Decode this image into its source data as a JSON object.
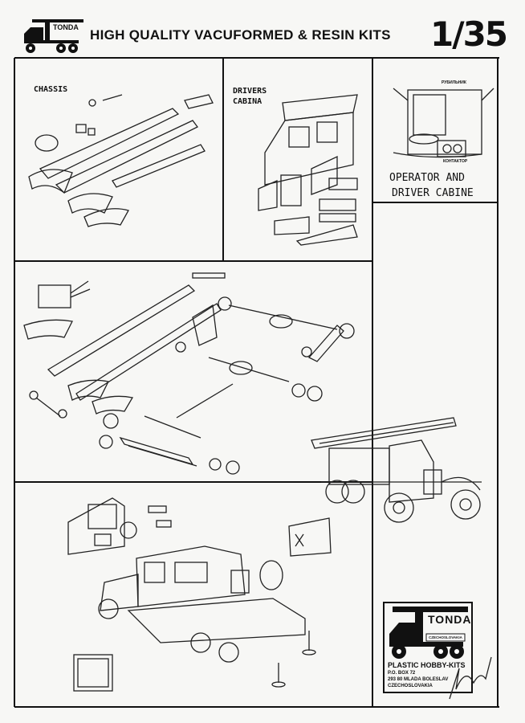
{
  "header": {
    "brand": "TONDA",
    "title": "HIGH QUALITY VACUFORMED & RESIN KITS",
    "scale": "1/35"
  },
  "panels": {
    "chassis": "CHASSIS",
    "drivers_cabina_line1": "DRIVERS",
    "drivers_cabina_line2": "CABINA",
    "operator_line1": "OPERATOR AND",
    "operator_line2": "DRIVER CABINE",
    "callout_top": "РУБИЛЬНИК",
    "callout_bottom": "КОНТАКТОР"
  },
  "footer_logo": {
    "brand": "TONDA",
    "country_badge": "CZECHOSLOVAKIA",
    "company": "PLASTIC HOBBY-KITS",
    "address_line1": "P.O. BOX 72",
    "address_line2": "293 80 MLADA BOLESLAV",
    "address_line3": "CZECHOSLOVAKIA"
  }
}
